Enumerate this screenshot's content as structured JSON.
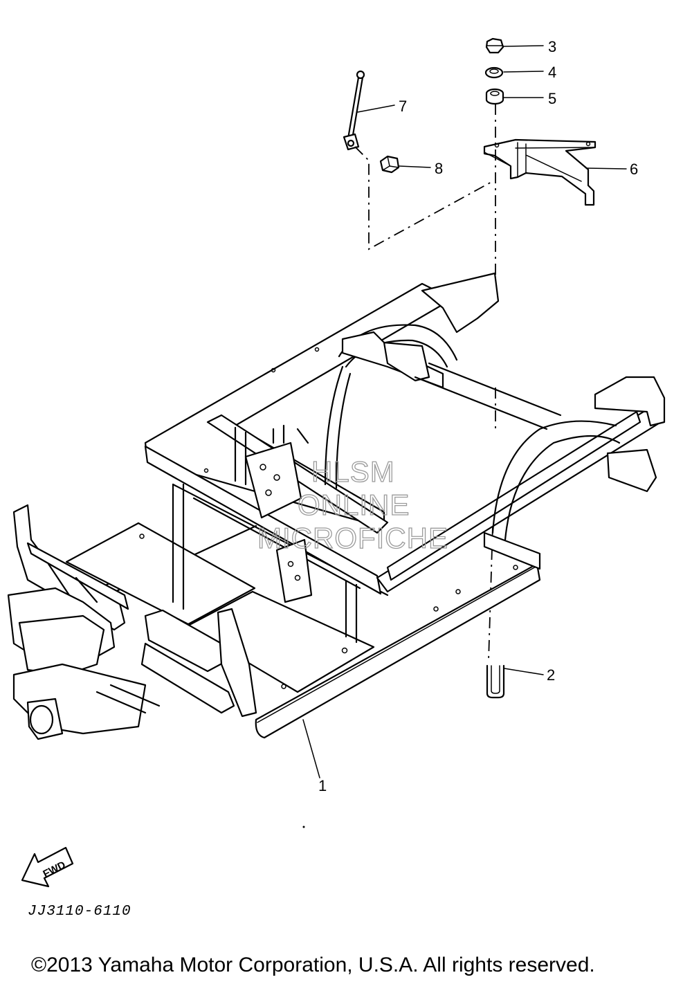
{
  "callouts": [
    "1",
    "2",
    "3",
    "4",
    "5",
    "6",
    "7",
    "8"
  ],
  "watermark": {
    "line1": "HLSM",
    "line2": "ONLINE",
    "line3": "MICROFICHE"
  },
  "fwd_label": "FWD",
  "diagram_code": "JJ3110-6110",
  "copyright": "©2013 Yamaha Motor Corporation, U.S.A. All rights reserved."
}
